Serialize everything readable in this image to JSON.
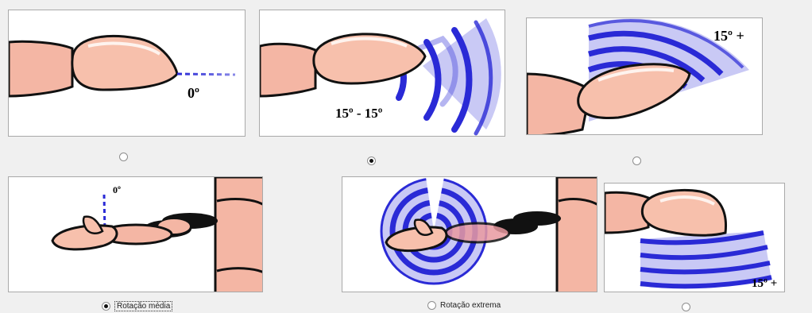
{
  "panels": {
    "neutral_label": "0º",
    "range_label": "15º - 15º",
    "plus_label": "15º +",
    "rot_zero_label": "0º",
    "plus_label_2": "15º +"
  },
  "options": {
    "rotation_medium": "Rotação média",
    "rotation_extreme": "Rotação extrema"
  },
  "colors": {
    "finger": "#f4b6a4",
    "nail": "#f7c0ac",
    "wave_dark": "#2a2ad6",
    "wave_light": "#c9c9f5"
  }
}
